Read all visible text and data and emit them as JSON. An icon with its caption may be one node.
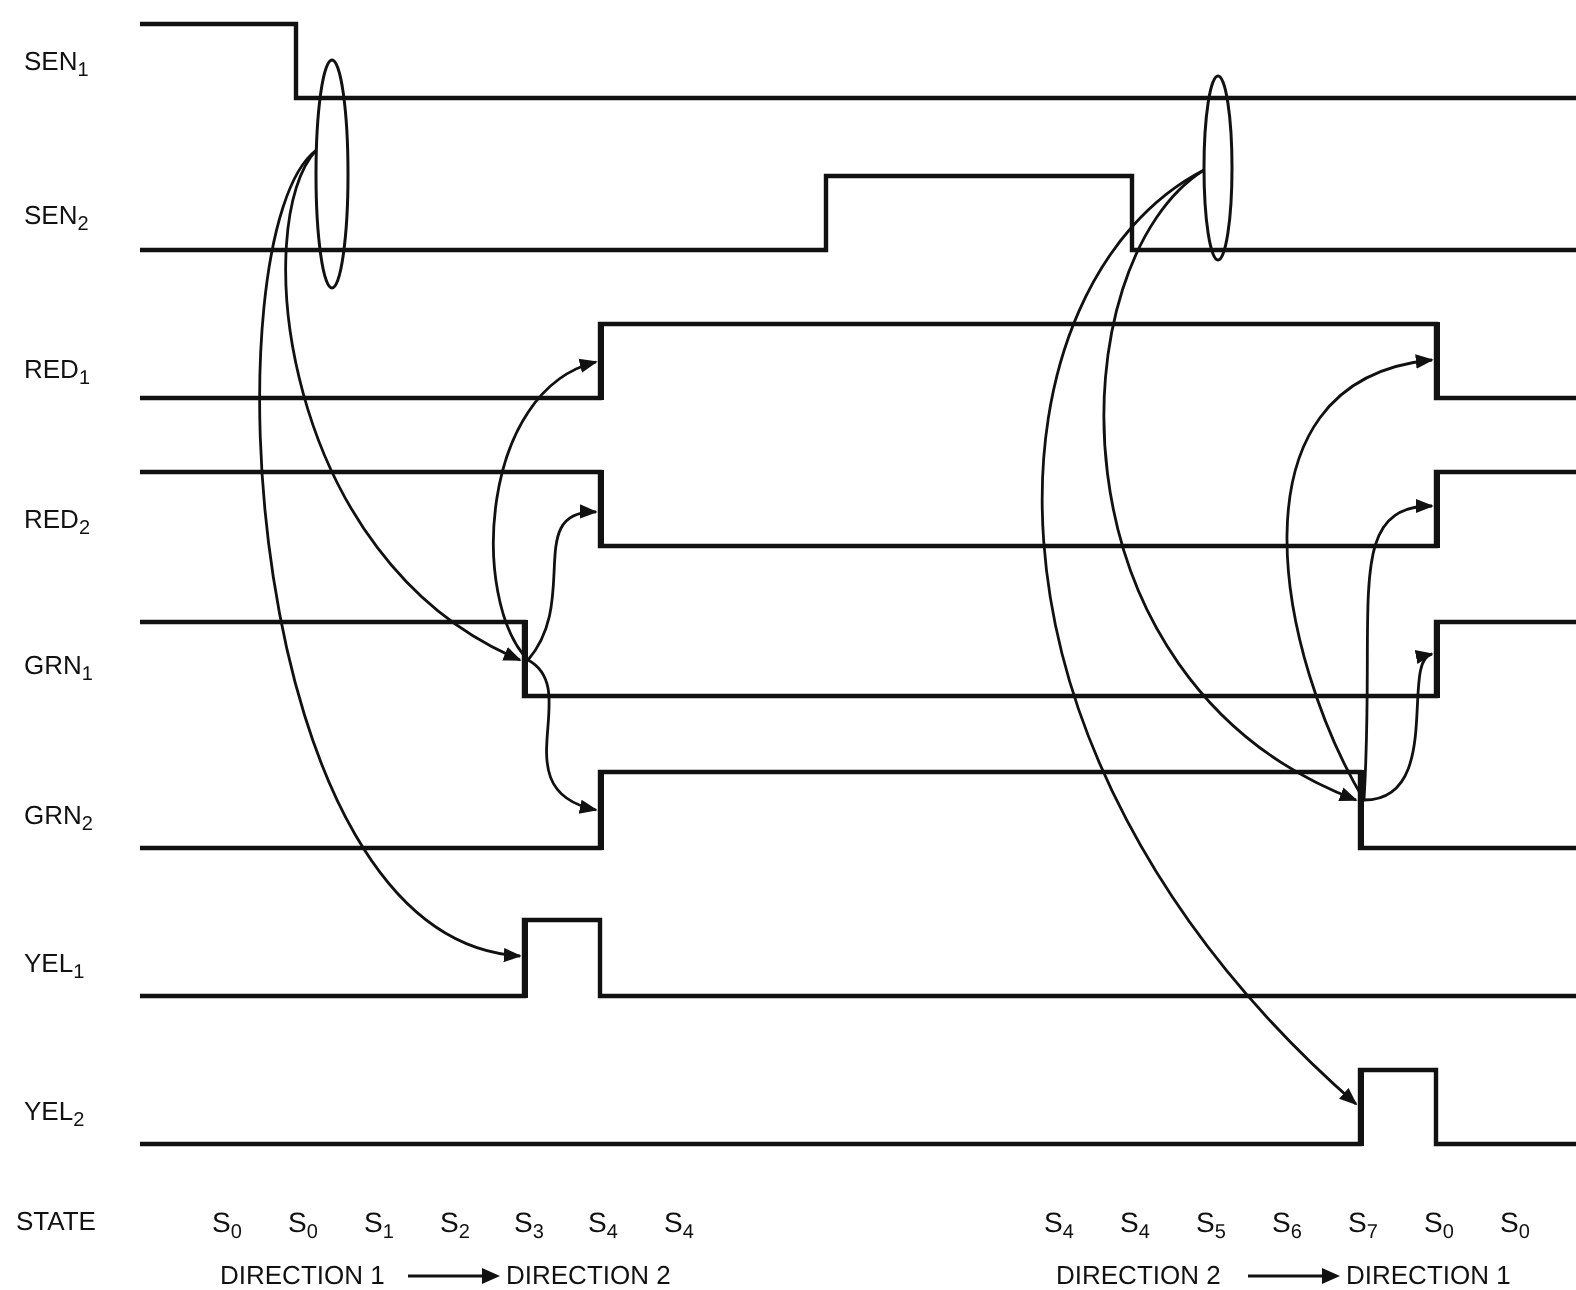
{
  "diagram": {
    "nodes": [
      {
        "text": [],
        "shape": "ellipse"
      },
      {
        "text": [],
        "shape": "ellipse"
      },
      {
        "text": [],
        "shape": "line"
      },
      {
        "text": [],
        "shape": "line"
      },
      {
        "text": [],
        "shape": "line"
      },
      {
        "text": [],
        "shape": "line"
      },
      {
        "text": [],
        "shape": "line"
      },
      {
        "text": [],
        "shape": "line"
      },
      {
        "text": [],
        "shape": "line"
      },
      {
        "text": [],
        "shape": "line"
      },
      {
        "text": [],
        "shape": "line"
      },
      {
        "text": [],
        "shape": "line"
      }
    ],
    "edges": [
      {
        "from": 0,
        "to": 4,
        "arrow": "to"
      },
      {
        "from": 0,
        "to": 6,
        "arrow": "to"
      },
      {
        "from": 4,
        "to": 2,
        "arrow": "to"
      },
      {
        "from": 4,
        "to": 3,
        "arrow": "to"
      },
      {
        "from": 4,
        "to": 5,
        "arrow": "to"
      },
      {
        "from": 1,
        "to": 7,
        "arrow": "to"
      },
      {
        "from": 1,
        "to": 8,
        "arrow": "to"
      },
      {
        "from": 7,
        "to": 9,
        "arrow": "to"
      },
      {
        "from": 7,
        "to": 10,
        "arrow": "to"
      },
      {
        "from": 7,
        "to": 11,
        "arrow": "to"
      }
    ],
    "labels": [
      "SEN$_{1}$",
      "SEN$_{2}$",
      "RED$_{1}$",
      "RED$_{2}$",
      "GRN$_{1}$",
      "GRN$_{2}$",
      "YEL$_{1}$",
      "YEL$_{2}$",
      "STATE",
      "S$_{0}$",
      "S$_{0}$",
      "S$_{1}$",
      "S$_{2}$",
      "S$_{3}$",
      "S$_{4}$",
      "S$_{4}$",
      "S$_{4}$",
      "S$_{4}$",
      "S$_{5}$",
      "S$_{6}$",
      "S$_{7}$",
      "S$_{0}$",
      "S$_{0}$",
      "DIRECTION 1",
      "DIRECTION 2",
      "DIRECTION 2",
      "DIRECTION 1"
    ]
  }
}
